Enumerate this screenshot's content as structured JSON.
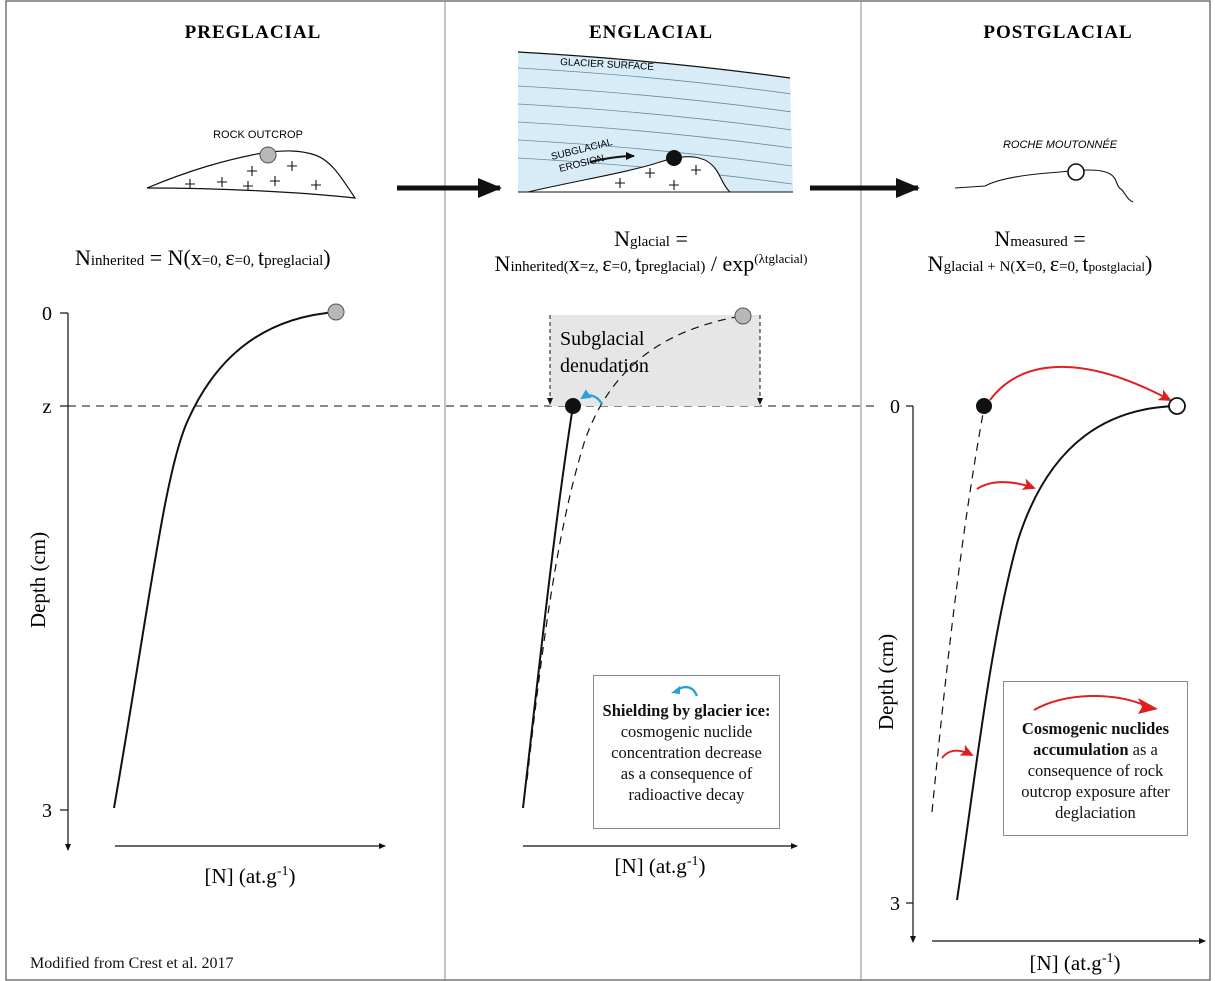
{
  "panels": {
    "preglacial": {
      "title": "PREGLACIAL",
      "sketch_label": "ROCK OUTCROP",
      "eq": {
        "lhs": "N",
        "lhs_sub": "inherited",
        "rhs_pre": " = N(",
        "x": "x",
        "x_sub": "=0, ",
        "eps": "ε",
        "eps_sub": "=0, ",
        "t": "t",
        "t_sub": "preglacial",
        "close": ")"
      },
      "y_ticks": [
        "0",
        "z",
        "3"
      ],
      "y_label": "Depth (cm)",
      "x_label_pre": "[N] (at.g",
      "x_label_sup": "-1",
      "x_label_post": ")"
    },
    "englacial": {
      "title": "ENGLACIAL",
      "sketch_labels": {
        "surface": "GLACIER SURFACE",
        "erosion_1": "SUBGLACIAL",
        "erosion_2": "EROSION"
      },
      "eq_line1": {
        "lhs": "N",
        "lhs_sub": "glacial",
        "rest": " ="
      },
      "eq_line2": {
        "n": "N",
        "n_sub": "inherited(",
        "x": "x",
        "x_sub": "=z, ",
        "eps": "ε",
        "eps_sub": "=0, ",
        "t": "t",
        "t_sub": "preglacial)",
        "div": " / exp",
        "exp_sup": "(λtglacial)"
      },
      "denudation_label_1": "Subglacial",
      "denudation_label_2": "denudation",
      "note": {
        "title": "Shielding by glacier ice:",
        "body": [
          "cosmogenic nuclide",
          "concentration decrease",
          "as a consequence of",
          "radioactive decay"
        ]
      },
      "x_label_pre": "[N] (at.g",
      "x_label_sup": "-1",
      "x_label_post": ")"
    },
    "postglacial": {
      "title": "POSTGLACIAL",
      "sketch_label": "ROCHE MOUTONNÉE",
      "eq_line1": {
        "lhs": "N",
        "lhs_sub": "measured",
        "rest": " ="
      },
      "eq_line2": {
        "n": "N",
        "n_sub": "glacial",
        "plus": " + N(",
        "x": "x",
        "x_sub": "=0, ",
        "eps": "ε",
        "eps_sub": "=0, ",
        "t": "t",
        "t_sub": "postglacial",
        "close": ")"
      },
      "y_ticks": [
        "0",
        "3"
      ],
      "y_label": "Depth (cm)",
      "note": {
        "title_1": "Cosmogenic nuclides",
        "title_2": "accumulation",
        "body_1": " as a",
        "body": [
          "consequence of rock",
          "outcrop exposure after",
          "deglaciation"
        ]
      },
      "x_label_pre": "[N] (at.g",
      "x_label_sup": "-1",
      "x_label_post": ")"
    }
  },
  "footer": "Modified from Crest et al. 2017",
  "colors": {
    "ice": "#d7ecf7",
    "denudation_box": "#e6e6e6",
    "red_arrow": "#e02020",
    "blue_arrow": "#2aa0d8",
    "gray_dot": "#b8b8b8"
  }
}
